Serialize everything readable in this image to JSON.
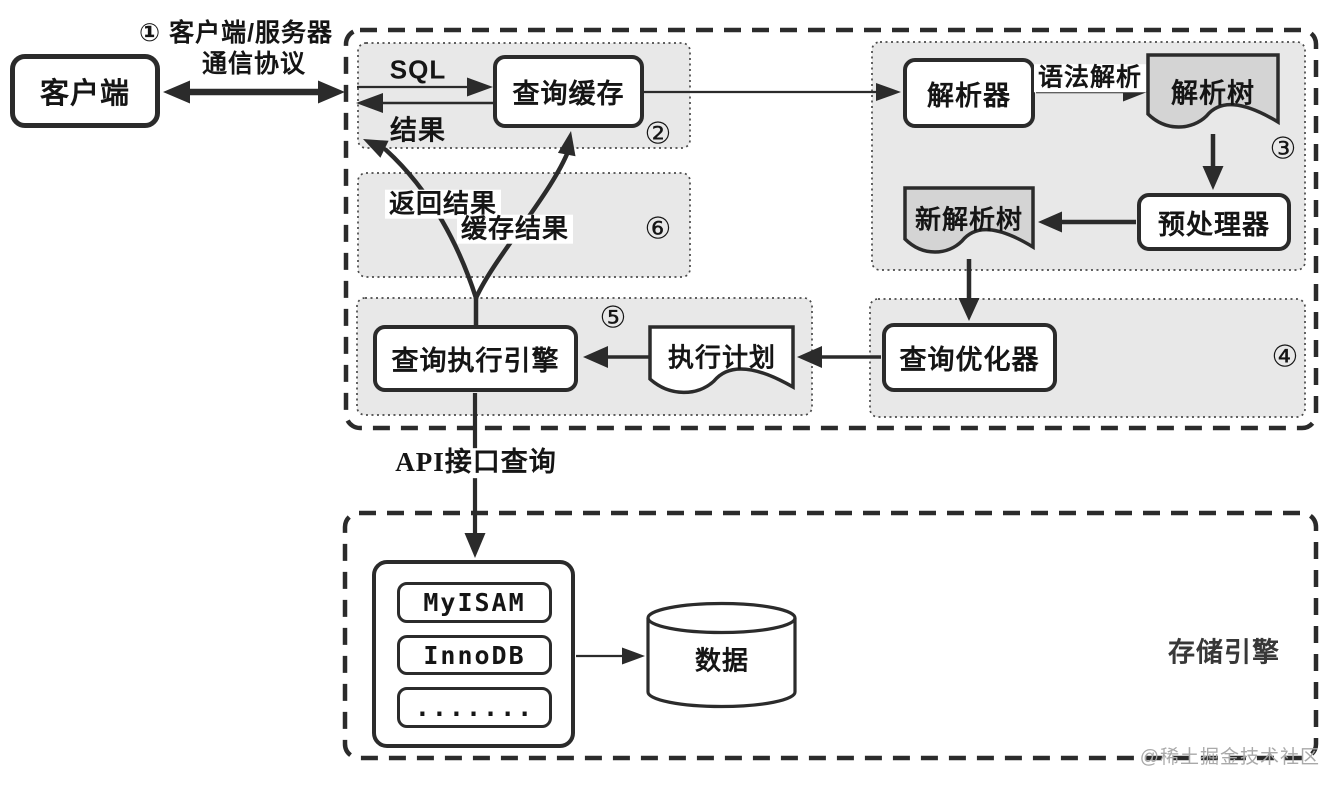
{
  "client": {
    "label": "客户端"
  },
  "protocol": {
    "step_line": "① 客户端/服务器",
    "line2": "通信协议"
  },
  "server": {
    "cache_section": {
      "sql_label": "SQL",
      "result_label": "结果",
      "cache_box": "查询缓存",
      "badge": "②"
    },
    "result_section": {
      "return_label": "返回结果",
      "cache_result_label": "缓存结果",
      "badge": "⑥"
    },
    "parse_section": {
      "parser_box": "解析器",
      "syntax_label": "语法解析",
      "parse_tree": "解析树",
      "preprocessor_box": "预处理器",
      "new_parse_tree": "新解析树",
      "badge": "③"
    },
    "optimize_section": {
      "optimizer_box": "查询优化器",
      "badge": "④"
    },
    "execute_section": {
      "engine_box": "查询执行引擎",
      "plan_doc": "执行计划",
      "badge": "⑤"
    }
  },
  "api_label": "API接口查询",
  "storage": {
    "title": "存储引擎",
    "engines": [
      "MyISAM",
      "InnoDB",
      "......."
    ],
    "data_label": "数据"
  },
  "watermark": "@稀土掘金技术社区",
  "colors": {
    "region_fill": "#e8e8e8",
    "doc_fill": "#d4d4d4",
    "line": "#2b2b2b",
    "watermark_gray": "#a9a9a9"
  }
}
